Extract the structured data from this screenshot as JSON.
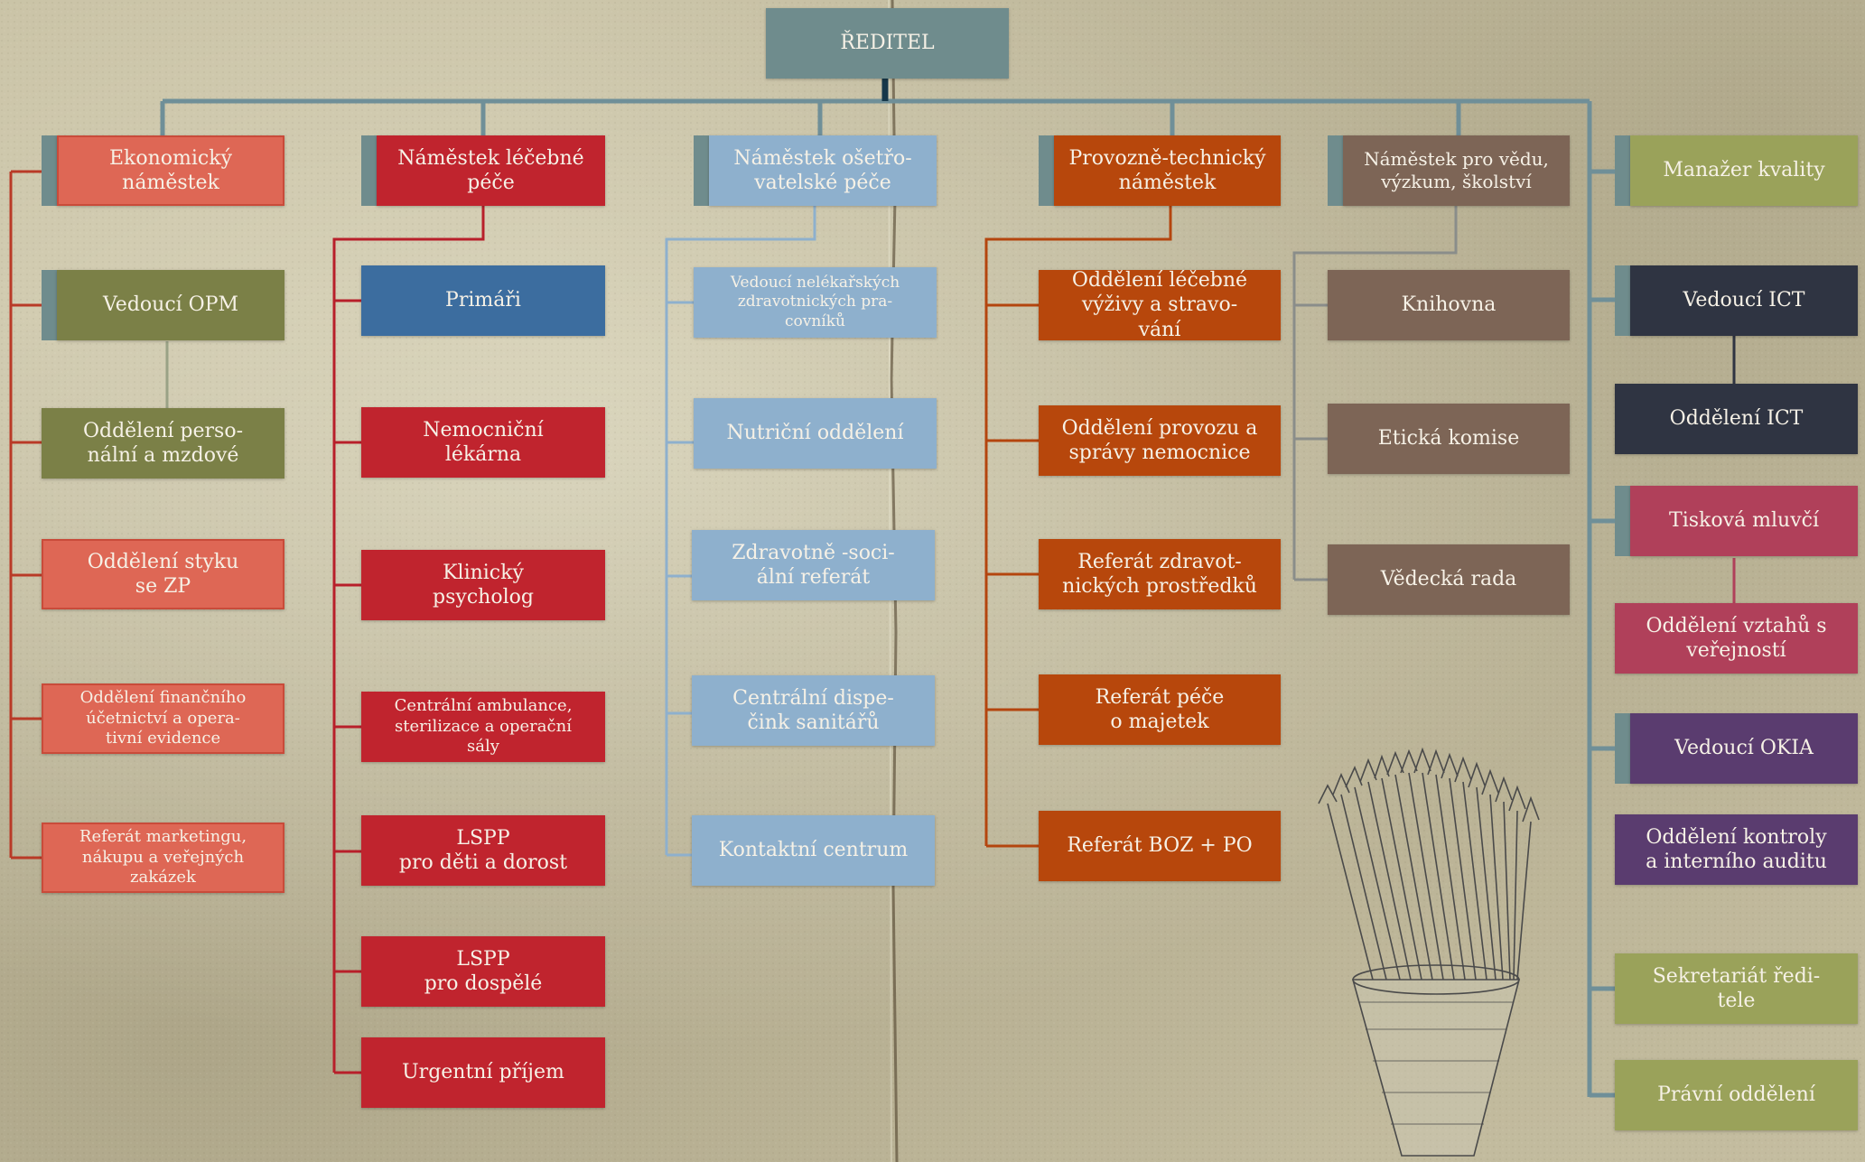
{
  "colors": {
    "paper": "#c9c2a5",
    "connector_main": "#6f8f98",
    "director": "#6f8c8d",
    "economic": "#de6755",
    "economic_olive": "#7b8047",
    "medical": "#c0242e",
    "medical_blue": "#3c6d9f",
    "nursing": "#8eb0cd",
    "technical": "#b7470c",
    "science": "#7d6556",
    "quality": "#9aa25a",
    "ict": "#2f3442",
    "press": "#b0405a",
    "okia": "#5a3c6f",
    "secretariat": "#9aa25a"
  },
  "director": {
    "label": "ŘEDITEL"
  },
  "columns": {
    "economic": {
      "head": "Ekonomický\nnáměstek",
      "items": [
        "Vedoucí OPM",
        "Oddělení perso-\nnální a mzdové",
        "Oddělení styku\nse ZP",
        "Oddělení finančního\núčetnictví a opera-\ntivní evidence",
        "Referát marketingu,\nnákupu a veřejných\nzakázek"
      ]
    },
    "medical": {
      "head": "Náměstek léčebné\npéče",
      "items": [
        "Primáři",
        "Nemocniční\nlékárna",
        "Klinický\npsycholog",
        "Centrální ambulance,\nsterilizace a operační\nsály",
        "LSPP\npro děti a dorost",
        "LSPP\npro dospělé",
        "Urgentní příjem"
      ]
    },
    "nursing": {
      "head": "Náměstek ošetřo-\nvatelské péče",
      "items": [
        "Vedoucí nelékařských\nzdravotnických pra-\ncovníků",
        "Nutriční oddělení",
        "Zdravotně -soci-\nální referát",
        "Centrální dispe-\nčink sanitářů",
        "Kontaktní centrum"
      ]
    },
    "technical": {
      "head": "Provozně-technický\nnáměstek",
      "items": [
        "Oddělení léčebné\nvýživy a stravo-\nvání",
        "Oddělení provozu a\nsprávy nemocnice",
        "Referát zdravot-\nnických prostředků",
        "Referát péče\no majetek",
        "Referát BOZ + PO"
      ]
    },
    "science": {
      "head": "Náměstek pro vědu,\nvýzkum, školství",
      "items": [
        "Knihovna",
        "Etická komise",
        "Vědecká rada"
      ]
    },
    "right": {
      "quality": "Manažer kvality",
      "ict_head": "Vedoucí ICT",
      "ict_dept": "Oddělení ICT",
      "press_head": "Tisková mluvčí",
      "press_dept": "Oddělení vztahů s\nveřejností",
      "okia_head": "Vedoucí OKIA",
      "okia_dept": "Oddělení kontroly\na interního auditu",
      "secretariat": "Sekretariát ředi-\ntele",
      "legal": "Právní oddělení"
    }
  }
}
